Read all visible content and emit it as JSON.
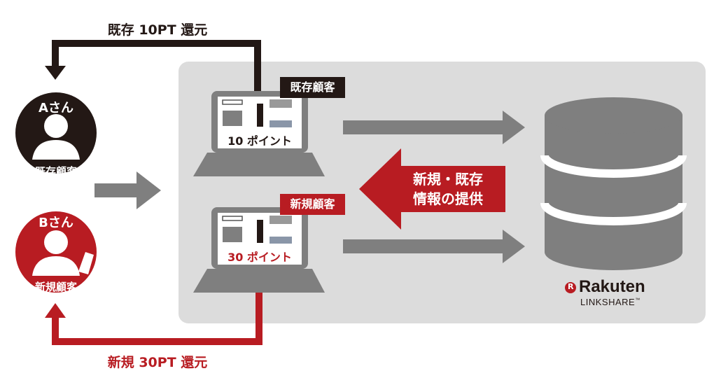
{
  "flows": {
    "existing_return": "既存 10PT 還元",
    "new_return": "新規 30PT 還元"
  },
  "customers": [
    {
      "name": "Aさん",
      "type": "既存顧客"
    },
    {
      "name": "Bさん",
      "type": "新規顧客"
    }
  ],
  "sites": [
    {
      "tag": "既存顧客",
      "points": "10 ポイント"
    },
    {
      "tag": "新規顧客",
      "points": "30 ポイント"
    }
  ],
  "info_arrow": {
    "line1": "新規・既存",
    "line2": "情報の提供"
  },
  "logo": {
    "brand": "Rakuten",
    "sub": "LINKSHARE",
    "tm": "™",
    "mark": "R"
  },
  "colors": {
    "dark": "#231815",
    "red": "#b81c22",
    "gray": "#7f7f7f",
    "panel": "#dcdcdc"
  }
}
